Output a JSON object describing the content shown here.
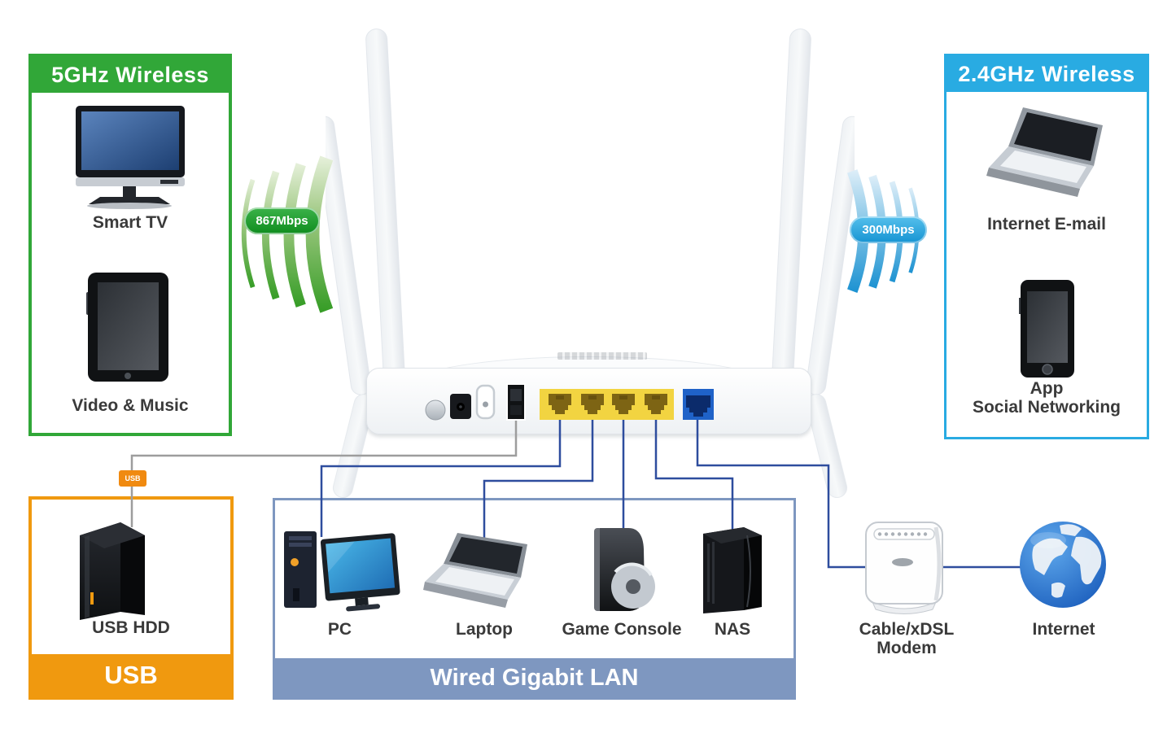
{
  "wireless5g": {
    "title": "5GHz Wireless",
    "speed": "867Mbps",
    "accent_color": "#31a738",
    "devices": {
      "tv": "Smart TV",
      "tablet": "Video & Music"
    }
  },
  "wireless24g": {
    "title": "2.4GHz Wireless",
    "speed": "300Mbps",
    "accent_color": "#29abe2",
    "devices": {
      "laptop": "Internet E-mail",
      "phone_line1": "App",
      "phone_line2": "Social Networking"
    }
  },
  "usb": {
    "title": "USB",
    "cable_tag": "USB",
    "accent_color": "#f0990f",
    "devices": {
      "hdd": "USB HDD"
    }
  },
  "lan": {
    "title": "Wired Gigabit LAN",
    "accent_color": "#7e97c0",
    "devices": {
      "pc": "PC",
      "laptop": "Laptop",
      "console": "Game Console",
      "nas": "NAS"
    }
  },
  "wan": {
    "modem": "Cable/xDSL Modem",
    "internet": "Internet",
    "line_color": "#2e4d9e"
  }
}
